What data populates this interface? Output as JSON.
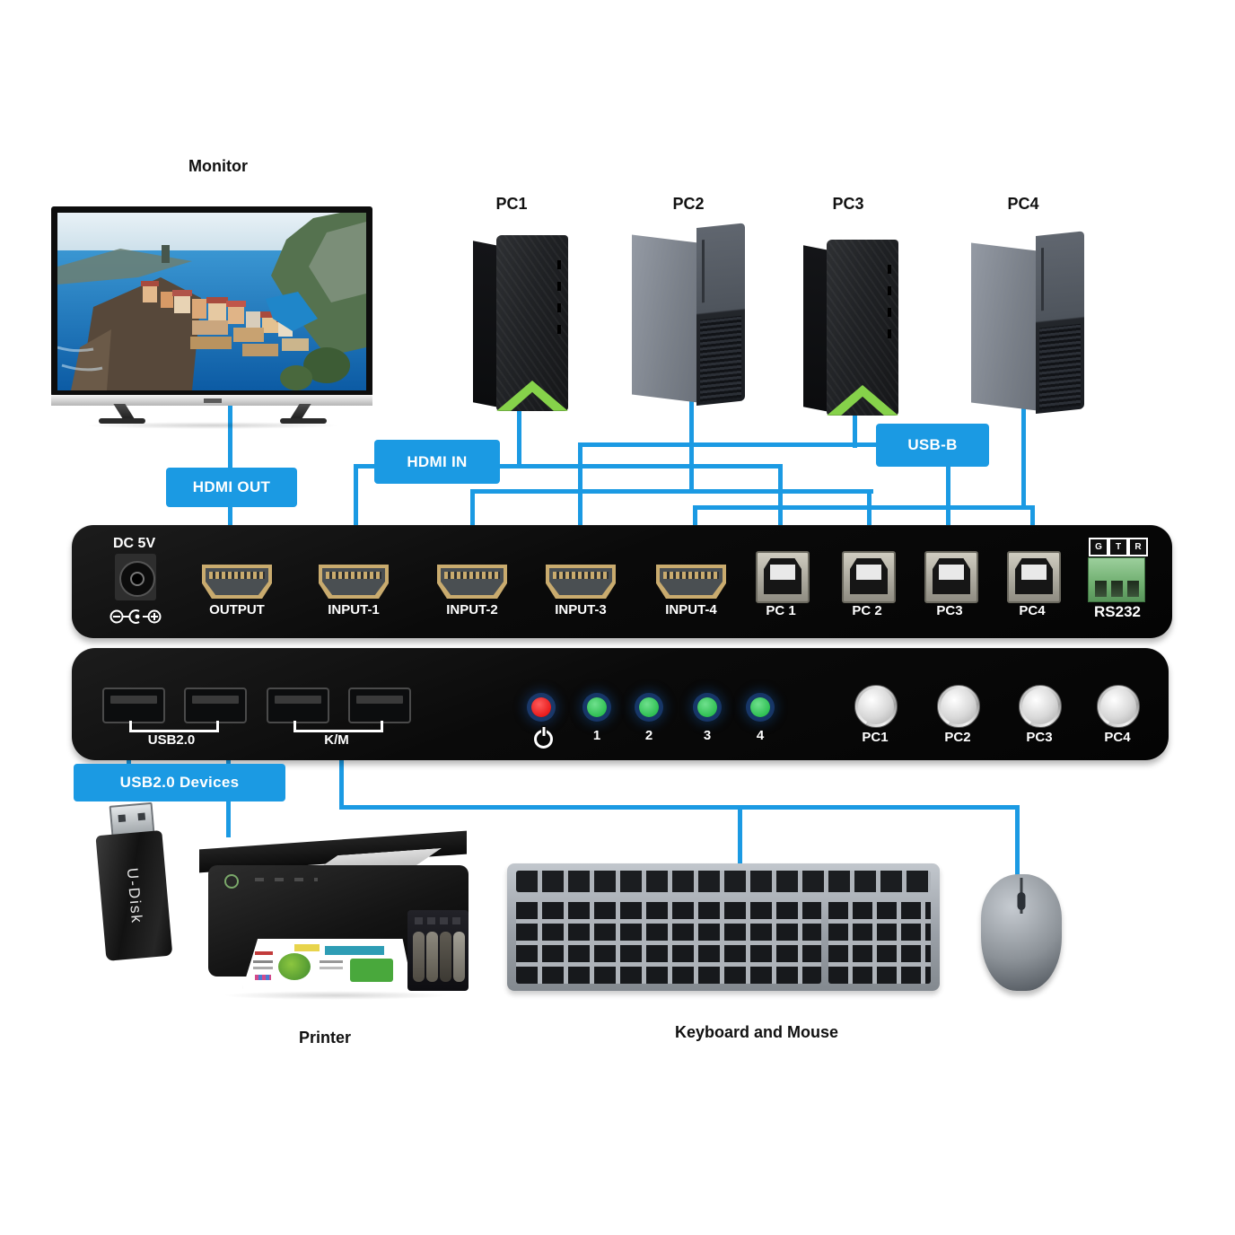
{
  "colors": {
    "accent": "#1b9ae3",
    "led_red": "#e81c1c",
    "led_green": "#2fbf53"
  },
  "device_labels": {
    "monitor": "Monitor",
    "pc1": "PC1",
    "pc2": "PC2",
    "pc3": "PC3",
    "pc4": "PC4",
    "printer": "Printer",
    "keyboard_mouse": "Keyboard and Mouse",
    "u_disk": "U-Disk"
  },
  "connection_labels": {
    "hdmi_out": "HDMI OUT",
    "hdmi_in": "HDMI IN",
    "usb_b": "USB-B",
    "usb20_devices": "USB2.0 Devices"
  },
  "back_panel": {
    "power_label": "DC 5V",
    "hdmi_ports": [
      {
        "label": "OUTPUT"
      },
      {
        "label": "INPUT-1"
      },
      {
        "label": "INPUT-2"
      },
      {
        "label": "INPUT-3"
      },
      {
        "label": "INPUT-4"
      }
    ],
    "usb_b_ports": [
      {
        "label": "PC 1"
      },
      {
        "label": "PC 2"
      },
      {
        "label": "PC3"
      },
      {
        "label": "PC4"
      }
    ],
    "rs232": {
      "label": "RS232",
      "pins": [
        {
          "label": "G"
        },
        {
          "label": "T"
        },
        {
          "label": "R"
        }
      ]
    }
  },
  "front_panel": {
    "usb_group": "USB2.0",
    "km_group": "K/M",
    "leds": [
      {
        "label": "1"
      },
      {
        "label": "2"
      },
      {
        "label": "3"
      },
      {
        "label": "4"
      }
    ],
    "buttons": [
      {
        "label": "PC1"
      },
      {
        "label": "PC2"
      },
      {
        "label": "PC3"
      },
      {
        "label": "PC4"
      }
    ]
  }
}
